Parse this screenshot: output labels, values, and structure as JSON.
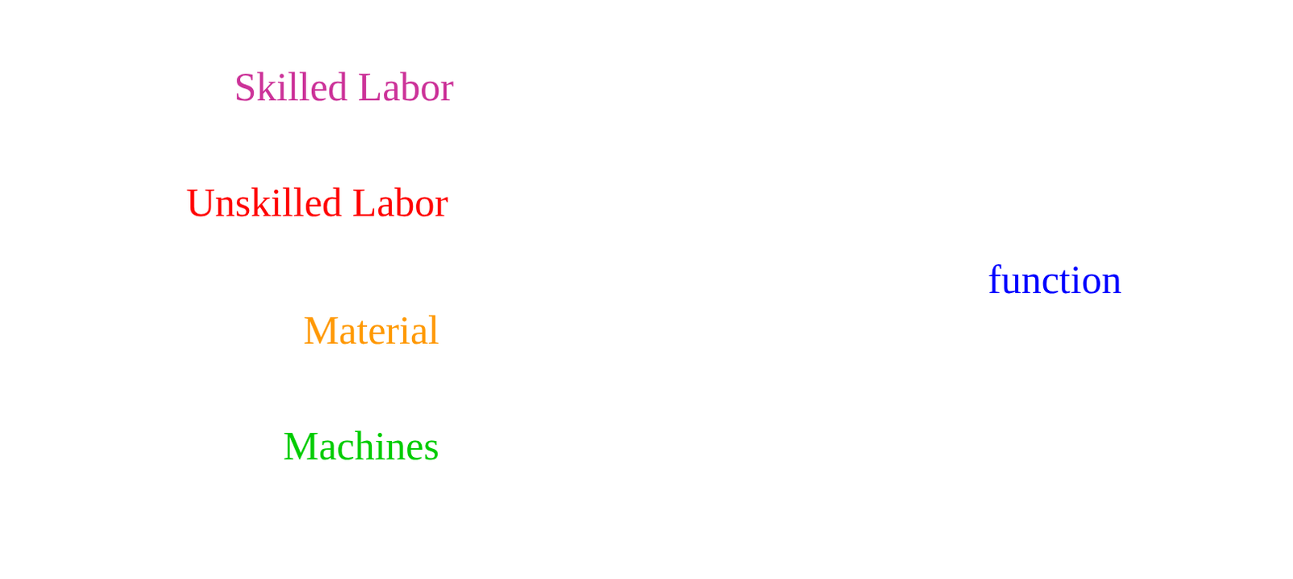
{
  "diagram": {
    "nodes": [
      {
        "text": [
          "Skilled Labor",
          "Unskilled Labor",
          "Material",
          "Machines"
        ]
      },
      {
        "text": [
          "function"
        ]
      }
    ]
  }
}
